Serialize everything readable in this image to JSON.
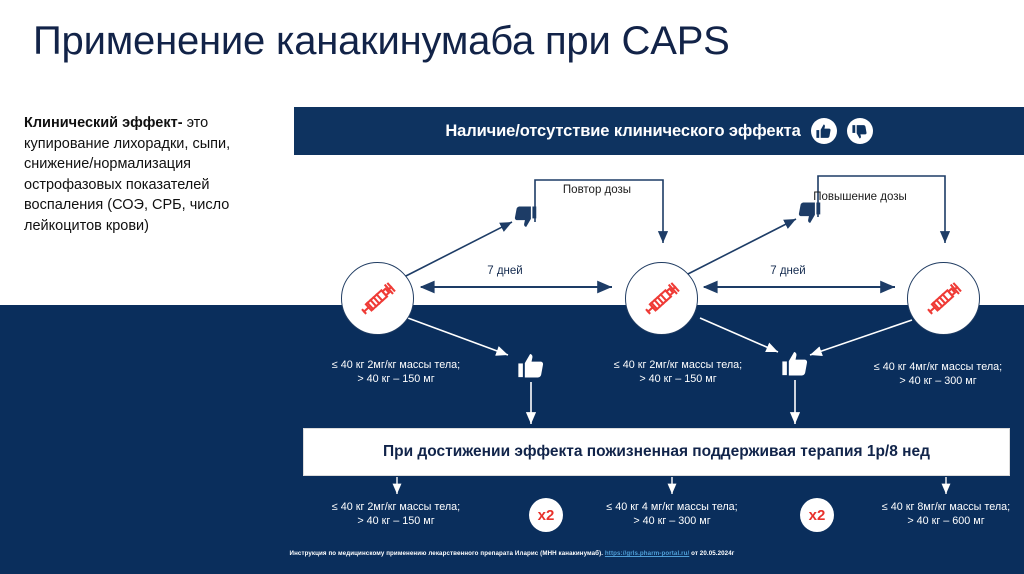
{
  "slide": {
    "title": "Применение канакинумаба при CAPS",
    "colors": {
      "navy_body": "#0a2e5c",
      "banner": "#0e3360",
      "title_text": "#122348",
      "syringe_red": "#ef3b36",
      "badge_red": "#e8312b",
      "white": "#ffffff",
      "link": "#4f9fd8"
    }
  },
  "sidebar": {
    "heading": "Клинический эффект-",
    "body": "это купирование лихорадки, сыпи, снижение/нормализация острофазовых показателей воспаления (СОЭ, СРБ, число лейкоцитов крови)"
  },
  "banner": {
    "text": "Наличие/отсутствие клинического эффекта",
    "icons": [
      "thumbs-up-icon",
      "thumbs-down-icon"
    ]
  },
  "diagram": {
    "callouts": [
      {
        "id": "repeat-dose",
        "label": "Повтор дозы"
      },
      {
        "id": "increase-dose",
        "label": "Повышение дозы"
      }
    ],
    "intervals": [
      {
        "id": "interval-1",
        "label": "7 дней"
      },
      {
        "id": "interval-2",
        "label": "7 дней"
      }
    ],
    "nodes": [
      {
        "id": "injection-1",
        "icon": "syringe-icon"
      },
      {
        "id": "injection-2",
        "icon": "syringe-icon"
      },
      {
        "id": "injection-3",
        "icon": "syringe-icon"
      }
    ],
    "doses": [
      {
        "id": "dose-1",
        "line1": "≤ 40 кг 2мг/кг массы тела;",
        "line2": "> 40 кг – 150 мг"
      },
      {
        "id": "dose-2",
        "line1": "≤ 40 кг 2мг/кг массы тела;",
        "line2": "> 40 кг – 150 мг"
      },
      {
        "id": "dose-3",
        "line1": "≤ 40 кг  4мг/кг массы тела;",
        "line2": "> 40 кг – 300 мг"
      }
    ]
  },
  "maintenance": {
    "text": "При достижении эффекта пожизненная поддерживая терапия 1р/8 нед"
  },
  "bottom": {
    "doses": [
      {
        "id": "bottom-dose-1",
        "line1": "≤ 40 кг 2мг/кг массы тела;",
        "line2": "> 40 кг – 150 мг"
      },
      {
        "id": "bottom-dose-2",
        "line1": "≤ 40 кг 4 мг/кг массы тела;",
        "line2": "> 40 кг – 300 мг"
      },
      {
        "id": "bottom-dose-3",
        "line1": "≤ 40 кг 8мг/кг массы тела;",
        "line2": "> 40 кг – 600 мг"
      }
    ],
    "multipliers": [
      {
        "id": "multiplier-1",
        "label": "x2"
      },
      {
        "id": "multiplier-2",
        "label": "x2"
      }
    ]
  },
  "footnote": {
    "prefix": "Инструкция по медицинскому применению лекарственного препарата Иларис (МНН канакинумаб).",
    "link": "https://grls.pharm-portal.ru/",
    "suffix": "от 20.05.2024г"
  }
}
